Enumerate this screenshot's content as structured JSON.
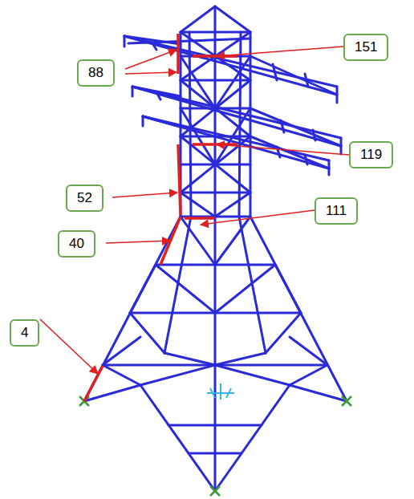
{
  "diagram": {
    "nodes": [
      {
        "text": [
          "151"
        ]
      },
      {
        "text": [
          "88"
        ]
      },
      {
        "text": [
          "119"
        ]
      },
      {
        "text": [
          "52"
        ]
      },
      {
        "text": [
          "111"
        ]
      },
      {
        "text": [
          "40"
        ]
      },
      {
        "text": [
          "4"
        ]
      }
    ]
  }
}
